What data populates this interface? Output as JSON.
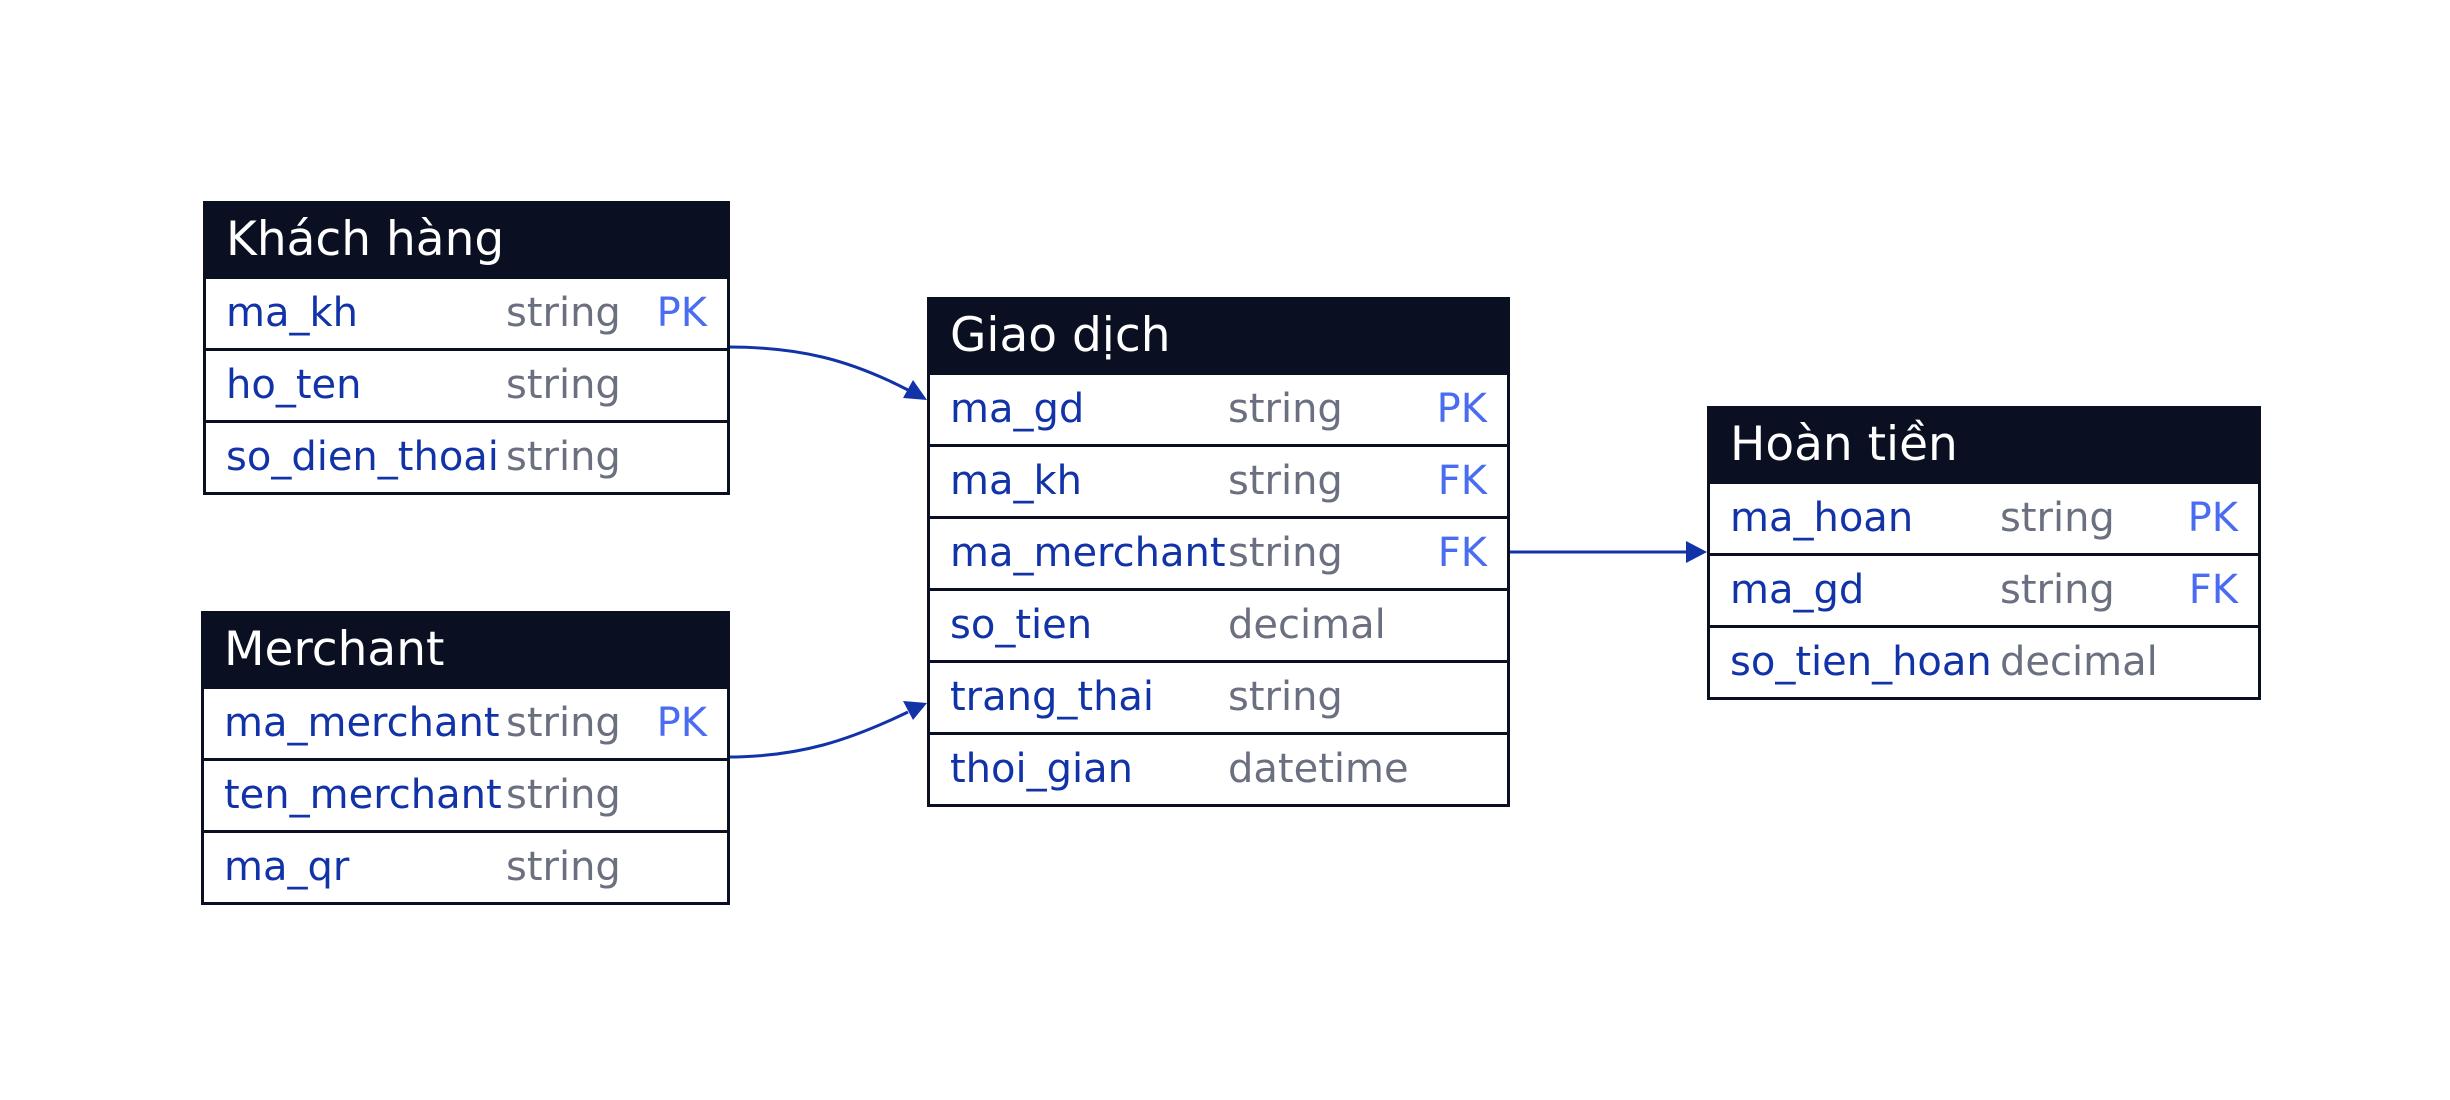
{
  "colors": {
    "header_bg": "#0b0f22",
    "header_text": "#ffffff",
    "field_name": "#1233a8",
    "field_type": "#6b7080",
    "key_badge": "#4a6cf0",
    "connector": "#1233a8"
  },
  "entities": {
    "khach_hang": {
      "title": "Khách hàng",
      "fields": [
        {
          "name": "ma_kh",
          "type": "string",
          "key": "PK"
        },
        {
          "name": "ho_ten",
          "type": "string",
          "key": ""
        },
        {
          "name": "so_dien_thoai",
          "type": "string",
          "key": ""
        }
      ]
    },
    "merchant": {
      "title": "Merchant",
      "fields": [
        {
          "name": "ma_merchant",
          "type": "string",
          "key": "PK"
        },
        {
          "name": "ten_merchant",
          "type": "string",
          "key": ""
        },
        {
          "name": "ma_qr",
          "type": "string",
          "key": ""
        }
      ]
    },
    "giao_dich": {
      "title": "Giao dịch",
      "fields": [
        {
          "name": "ma_gd",
          "type": "string",
          "key": "PK"
        },
        {
          "name": "ma_kh",
          "type": "string",
          "key": "FK"
        },
        {
          "name": "ma_merchant",
          "type": "string",
          "key": "FK"
        },
        {
          "name": "so_tien",
          "type": "decimal",
          "key": ""
        },
        {
          "name": "trang_thai",
          "type": "string",
          "key": ""
        },
        {
          "name": "thoi_gian",
          "type": "datetime",
          "key": ""
        }
      ]
    },
    "hoan_tien": {
      "title": "Hoàn tiền",
      "fields": [
        {
          "name": "ma_hoan",
          "type": "string",
          "key": "PK"
        },
        {
          "name": "ma_gd",
          "type": "string",
          "key": "FK"
        },
        {
          "name": "so_tien_hoan",
          "type": "decimal",
          "key": ""
        }
      ]
    }
  },
  "relationships": [
    {
      "from": "khach_hang",
      "to": "giao_dich"
    },
    {
      "from": "merchant",
      "to": "giao_dich"
    },
    {
      "from": "giao_dich",
      "to": "hoan_tien"
    }
  ]
}
